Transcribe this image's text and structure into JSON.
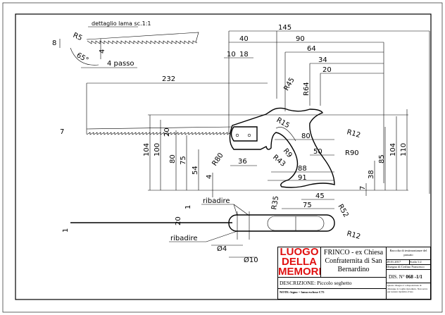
{
  "drawing": {
    "detail_title": "dettaglio lama sc.1:1",
    "detail_dims": {
      "r5": "R5",
      "h8": "8",
      "angle": "65°",
      "h4": "4",
      "pitch": "4 passo"
    },
    "dims_top": {
      "d145": "145",
      "d40": "40",
      "d90": "90",
      "d64": "64",
      "d34": "34",
      "d20": "20",
      "d10": "10",
      "d18": "18",
      "d232": "232"
    },
    "dims_left": {
      "d104": "104",
      "d100": "100",
      "d80": "80",
      "d75": "75",
      "d54": "54",
      "d4": "4",
      "d7": "7",
      "d20v": "20"
    },
    "dims_right": {
      "d85": "85",
      "d104": "104",
      "d110": "110",
      "d38": "38",
      "d7": "7"
    },
    "radii": {
      "r45": "R45",
      "r64": "R64",
      "r15": "R15",
      "r12": "R12",
      "r9": "R9",
      "r43": "R43",
      "r80": "R80",
      "r90": "R90",
      "r35": "R35",
      "r52": "R52",
      "r12b": "R12"
    },
    "inner_dims": {
      "d80": "80",
      "d50": "50",
      "d88": "88",
      "d91": "91",
      "d36": "36",
      "d45": "45",
      "d75": "75"
    },
    "section": {
      "rivet1": "ribadire",
      "rivet2": "ribadire",
      "d1": "1",
      "d20": "20",
      "d1b": "1",
      "phi4": "Ø4",
      "phi10": "Ø10"
    }
  },
  "title_block": {
    "logo": [
      "LUOGO",
      "DELLA",
      "MEMORIA"
    ],
    "location": "FRINCO - ex Chiesa Confraternita di San Bernardino",
    "collection": "Raccolta di testimonianze del passato",
    "date": "28.01.2017",
    "scale": "Scala 1:2",
    "author": "Disegno di Cerlino Francesco",
    "drawing_no_label": "DIS. N°",
    "drawing_no": "068 -1/1",
    "copyright": "Questo disegno è a disposizione di chiunque lo voglia riprodurre. Non serve per nessun ripristino d'uso",
    "description": "DESCRIZIONE: Piccolo seghetto",
    "note": "NOTE: legno + lama esclusa C75"
  }
}
